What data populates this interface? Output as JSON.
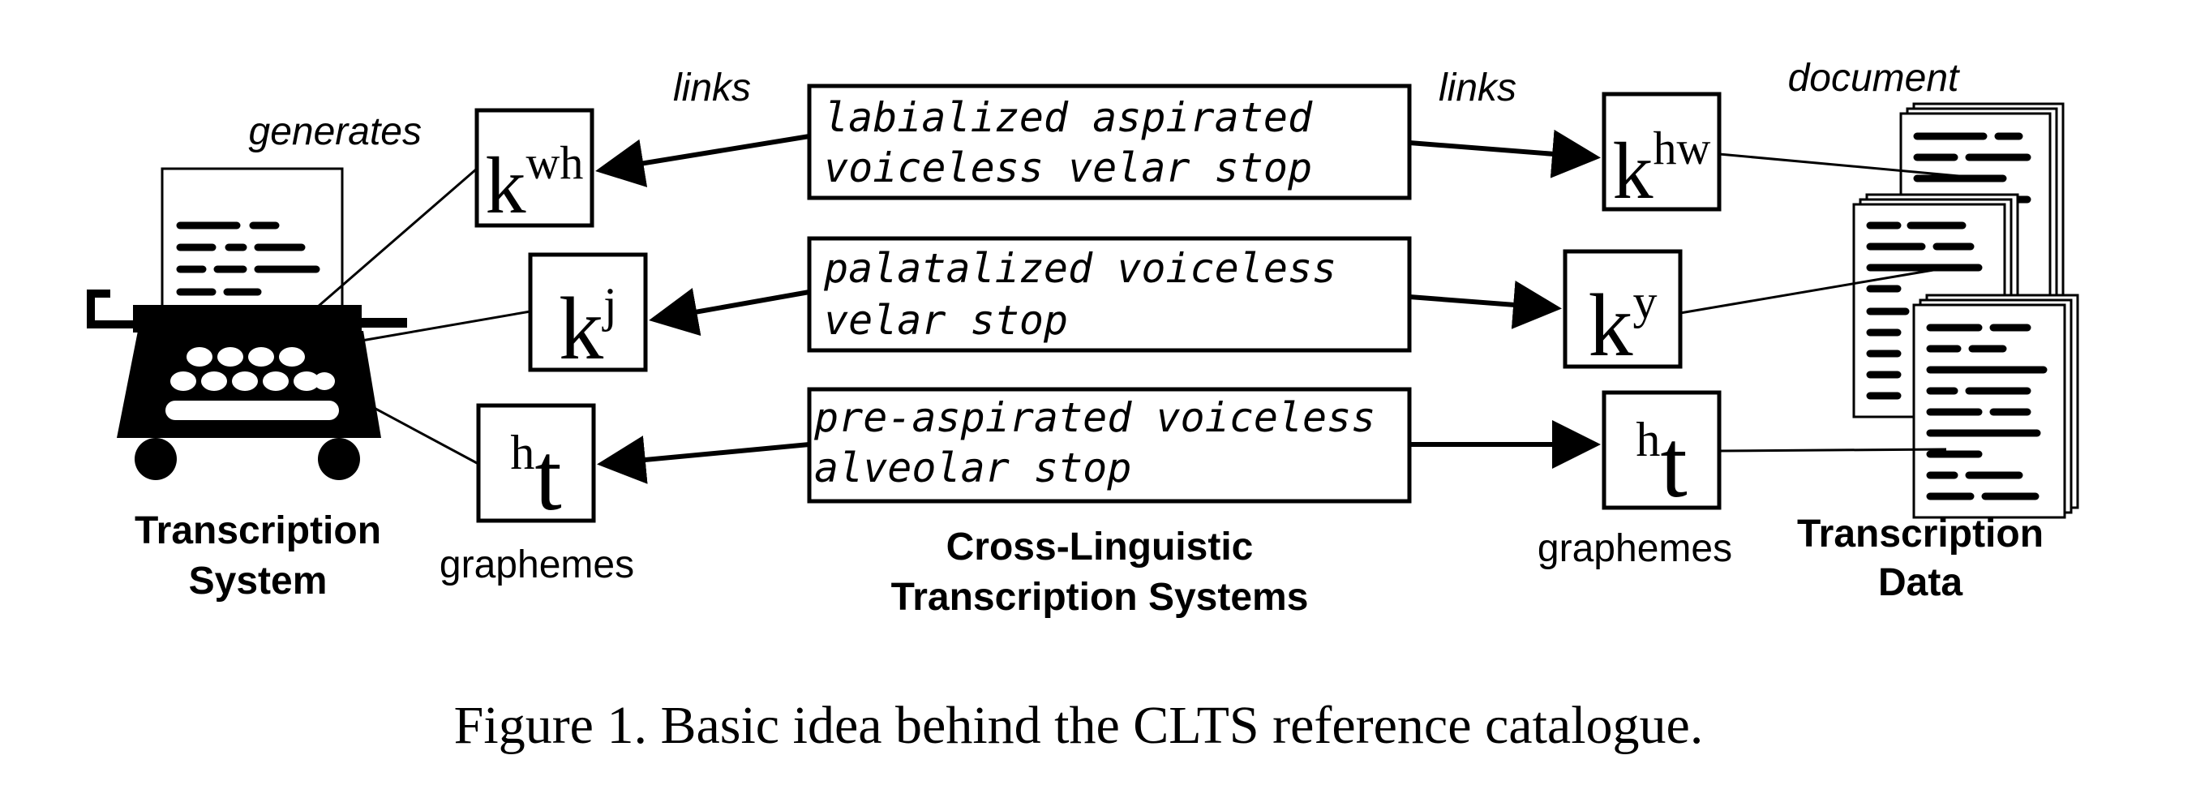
{
  "labels": {
    "generates": "generates",
    "links_left": "links",
    "links_right": "links",
    "document": "document",
    "system_line1": "Transcription",
    "system_line2": "System",
    "graphemes_left": "graphemes",
    "graphemes_right": "graphemes",
    "clts_line1": "Cross-Linguistic",
    "clts_line2": "Transcription Systems",
    "data_line1": "Transcription",
    "data_line2": "Data"
  },
  "features": [
    {
      "line1": "labialized aspirated",
      "line2": "voiceless velar stop"
    },
    {
      "line1": "palatalized voiceless",
      "line2": "velar stop"
    },
    {
      "line1": "pre-aspirated voiceless",
      "line2": "alveolar stop"
    }
  ],
  "graphemes_left": [
    {
      "pre": "",
      "base": "k",
      "sup": "wh"
    },
    {
      "pre": "",
      "base": "k",
      "sup": "j"
    },
    {
      "pre": "h",
      "base": "t",
      "sup": ""
    }
  ],
  "graphemes_right": [
    {
      "pre": "",
      "base": "k",
      "sup": "hw"
    },
    {
      "pre": "",
      "base": "k",
      "sup": "y"
    },
    {
      "pre": "h",
      "base": "t",
      "sup": ""
    }
  ],
  "caption": "Figure 1. Basic idea behind the CLTS reference catalogue."
}
